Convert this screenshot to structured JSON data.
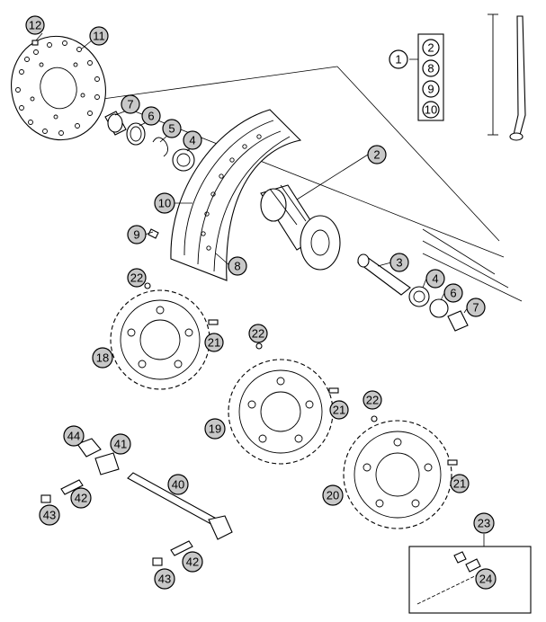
{
  "callouts": {
    "c1": "1",
    "c2_list": "2",
    "c8_list": "8",
    "c9_list": "9",
    "c10_list": "10",
    "c12": "12",
    "c11": "11",
    "c7_top": "7",
    "c6_top": "6",
    "c5": "5",
    "c4_top": "4",
    "c2": "2",
    "c10": "10",
    "c9": "9",
    "c8": "8",
    "c3": "3",
    "c4_bot": "4",
    "c6_bot": "6",
    "c7_bot": "7",
    "c22_a": "22",
    "c21_a": "21",
    "c18": "18",
    "c22_b": "22",
    "c21_b": "21",
    "c19": "19",
    "c22_c": "22",
    "c21_c": "21",
    "c20": "20",
    "c44": "44",
    "c41": "41",
    "c40": "40",
    "c42_a": "42",
    "c43_a": "43",
    "c42_b": "42",
    "c43_b": "43",
    "c23": "23",
    "c24": "24"
  }
}
